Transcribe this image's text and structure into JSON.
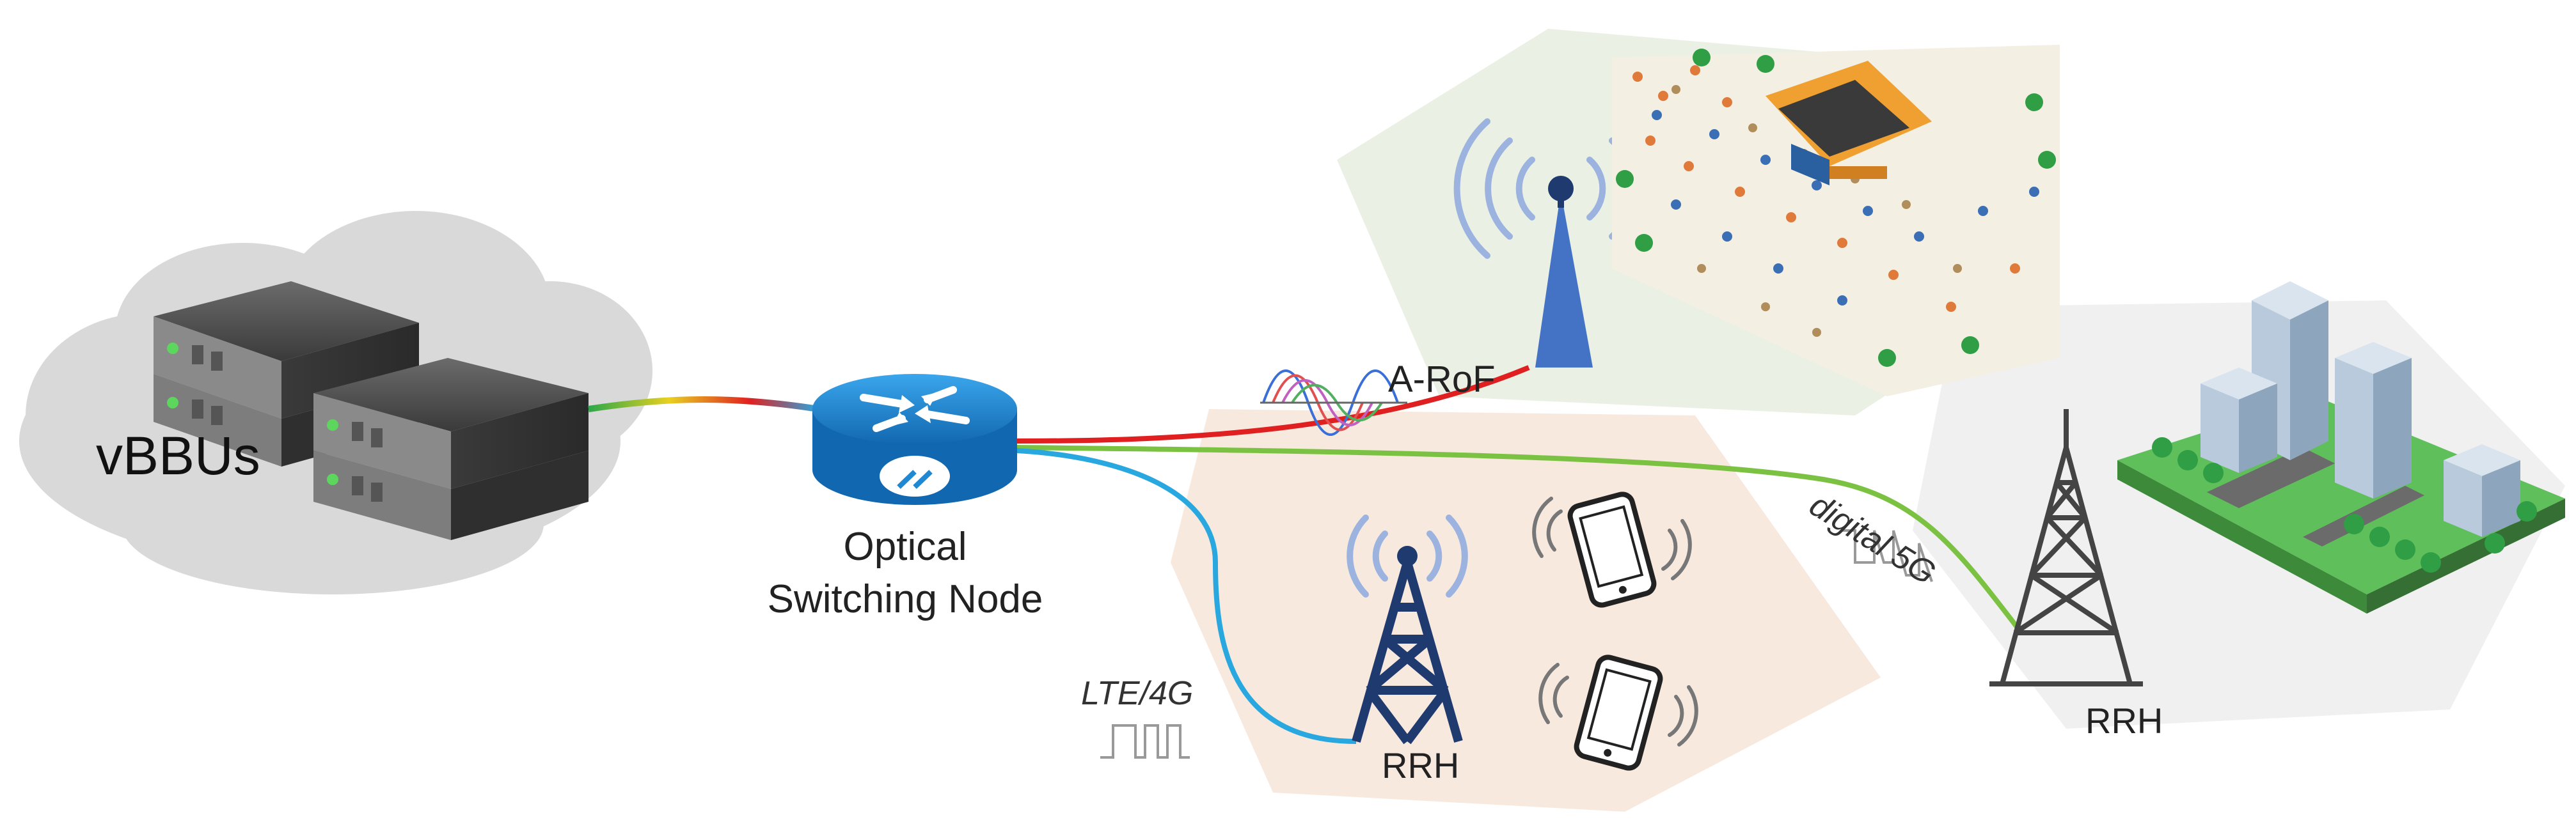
{
  "labels": {
    "vbbus": "vBBUs",
    "osn_line1": "Optical",
    "osn_line2": "Switching Node",
    "arof": "A-RoF",
    "lte": "LTE/4G",
    "digital5g": "digital 5G",
    "rrh_center": "RRH",
    "rrh_right": "RRH"
  },
  "colors": {
    "arof_link": "#e02020",
    "lte_link": "#29a8e0",
    "digital5g_link": "#7cc242",
    "router_blue": "#1e88d2",
    "antenna_blue": "#4472c4",
    "tower_navy": "#1f3a6e",
    "tower_gray": "#444444",
    "hex_green": "#eaf1e4",
    "hex_peach": "#f8e9df",
    "hex_gray": "#f0f0f0",
    "cloud_gray": "#d9d9d9"
  },
  "icons": {
    "cloud": "cloud",
    "servers": "server-rack-icon",
    "router": "optical-router-icon",
    "antenna": "radio-antenna-icon",
    "tower": "lattice-tower-icon",
    "phone": "smartphone-icon",
    "crowd": "concert-crowd-illustration",
    "city": "city-blocks-illustration",
    "analog_signal": "analog-waveform-icon",
    "digital_signal": "digital-pulse-icon"
  }
}
